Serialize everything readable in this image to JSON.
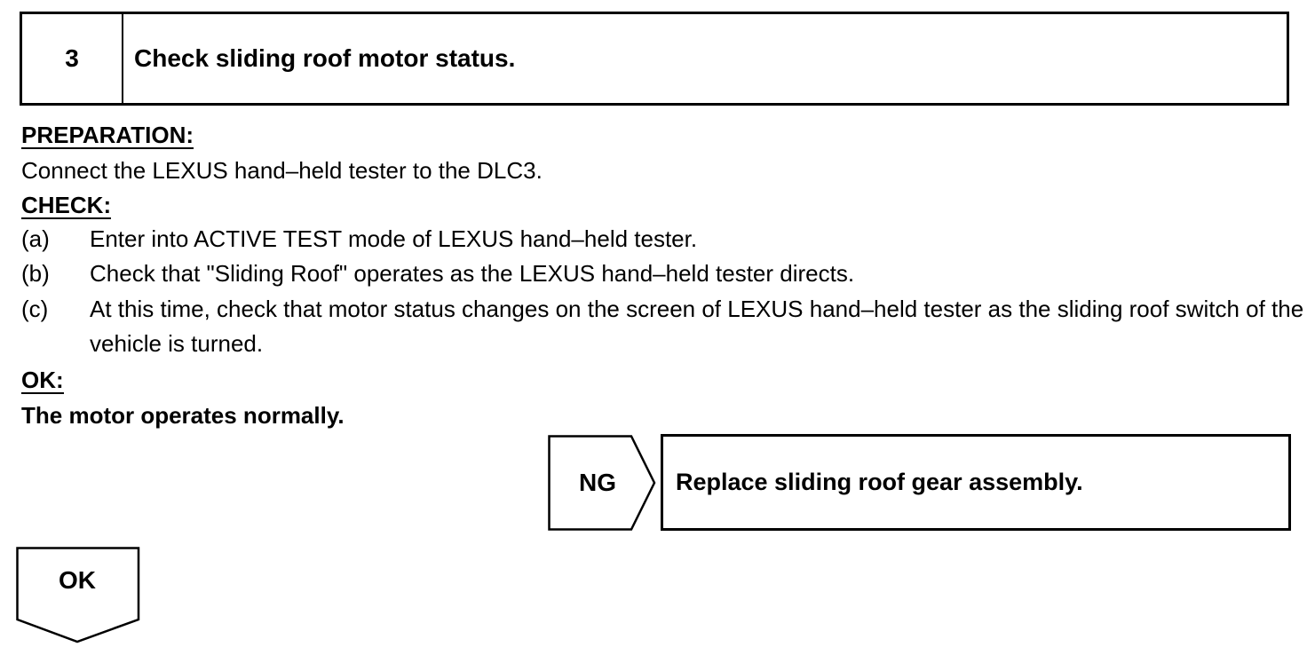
{
  "step": {
    "number": "3",
    "title": "Check sliding roof motor status."
  },
  "preparation": {
    "heading": "PREPARATION:",
    "text": "Connect the LEXUS hand–held tester to the DLC3."
  },
  "check": {
    "heading": "CHECK:",
    "items": [
      {
        "label": "(a)",
        "text": "Enter into ACTIVE TEST mode of LEXUS hand–held tester."
      },
      {
        "label": "(b)",
        "text": "Check that \"Sliding Roof\" operates as the LEXUS hand–held tester directs."
      },
      {
        "label": "(c)",
        "text": "At this time, check that motor status changes on the screen of LEXUS hand–held tester as the sliding roof switch of the vehicle is turned."
      }
    ]
  },
  "ok": {
    "heading": "OK:",
    "text": "The motor operates normally."
  },
  "ng_branch": {
    "label": "NG",
    "action": "Replace sliding roof gear assembly."
  },
  "ok_branch": {
    "label": "OK"
  }
}
